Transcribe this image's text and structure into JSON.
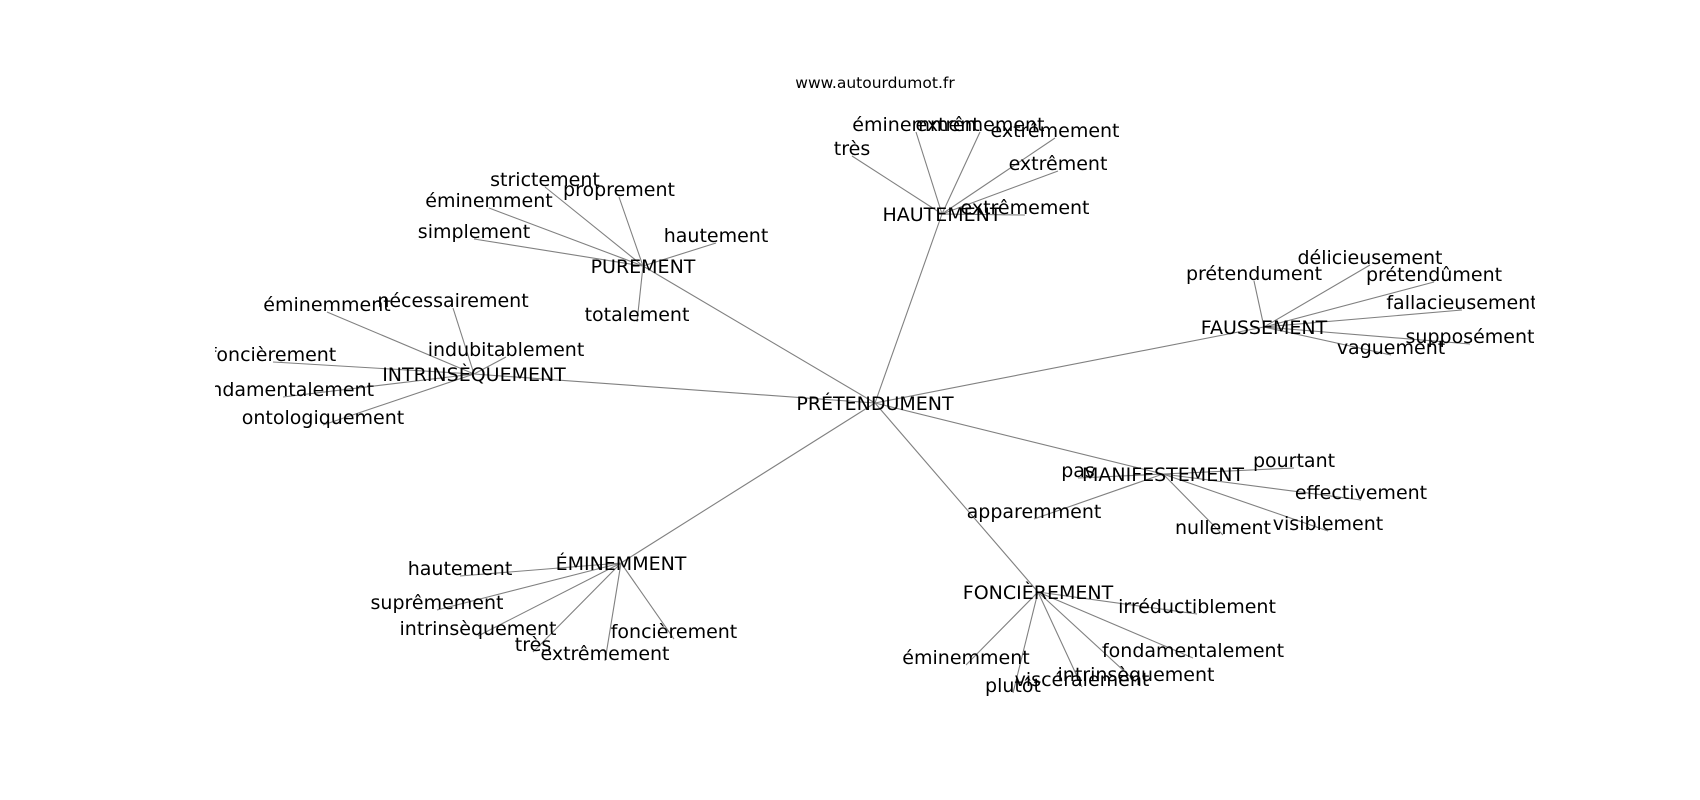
{
  "source": "www.autourdumot.fr",
  "center": "PRÉTENDUMENT",
  "clusters": [
    {
      "word": "HAUTEMENT",
      "neighbors": [
        "très",
        "éminemment",
        "extrêmement",
        "extrêmement",
        "extrêment",
        "extrêmement"
      ]
    },
    {
      "word": "PUREMENT",
      "neighbors": [
        "strictement",
        "proprement",
        "éminemment",
        "simplement",
        "hautement",
        "totalement"
      ]
    },
    {
      "word": "INTRINSÈQUEMENT",
      "neighbors": [
        "éminemment",
        "nécessairement",
        "foncièrement",
        "indubitablement",
        "fondamentalement",
        "ontologiquement"
      ]
    },
    {
      "word": "FAUSSEMENT",
      "neighbors": [
        "délicieusement",
        "prétendument",
        "prétendûment",
        "fallacieusement",
        "supposément",
        "vaguement"
      ]
    },
    {
      "word": "MANIFESTEMENT",
      "neighbors": [
        "pas",
        "pourtant",
        "effectivement",
        "apparemment",
        "visiblement",
        "nullement"
      ]
    },
    {
      "word": "ÉMINEMMENT",
      "neighbors": [
        "hautement",
        "suprêmement",
        "intrinsèquement",
        "très",
        "extrêmement",
        "foncièrement"
      ]
    },
    {
      "word": "FONCIÈREMENT",
      "neighbors": [
        "irréductiblement",
        "fondamentalement",
        "intrinsèquement",
        "viscéralement",
        "plutôt",
        "éminemment"
      ]
    }
  ]
}
